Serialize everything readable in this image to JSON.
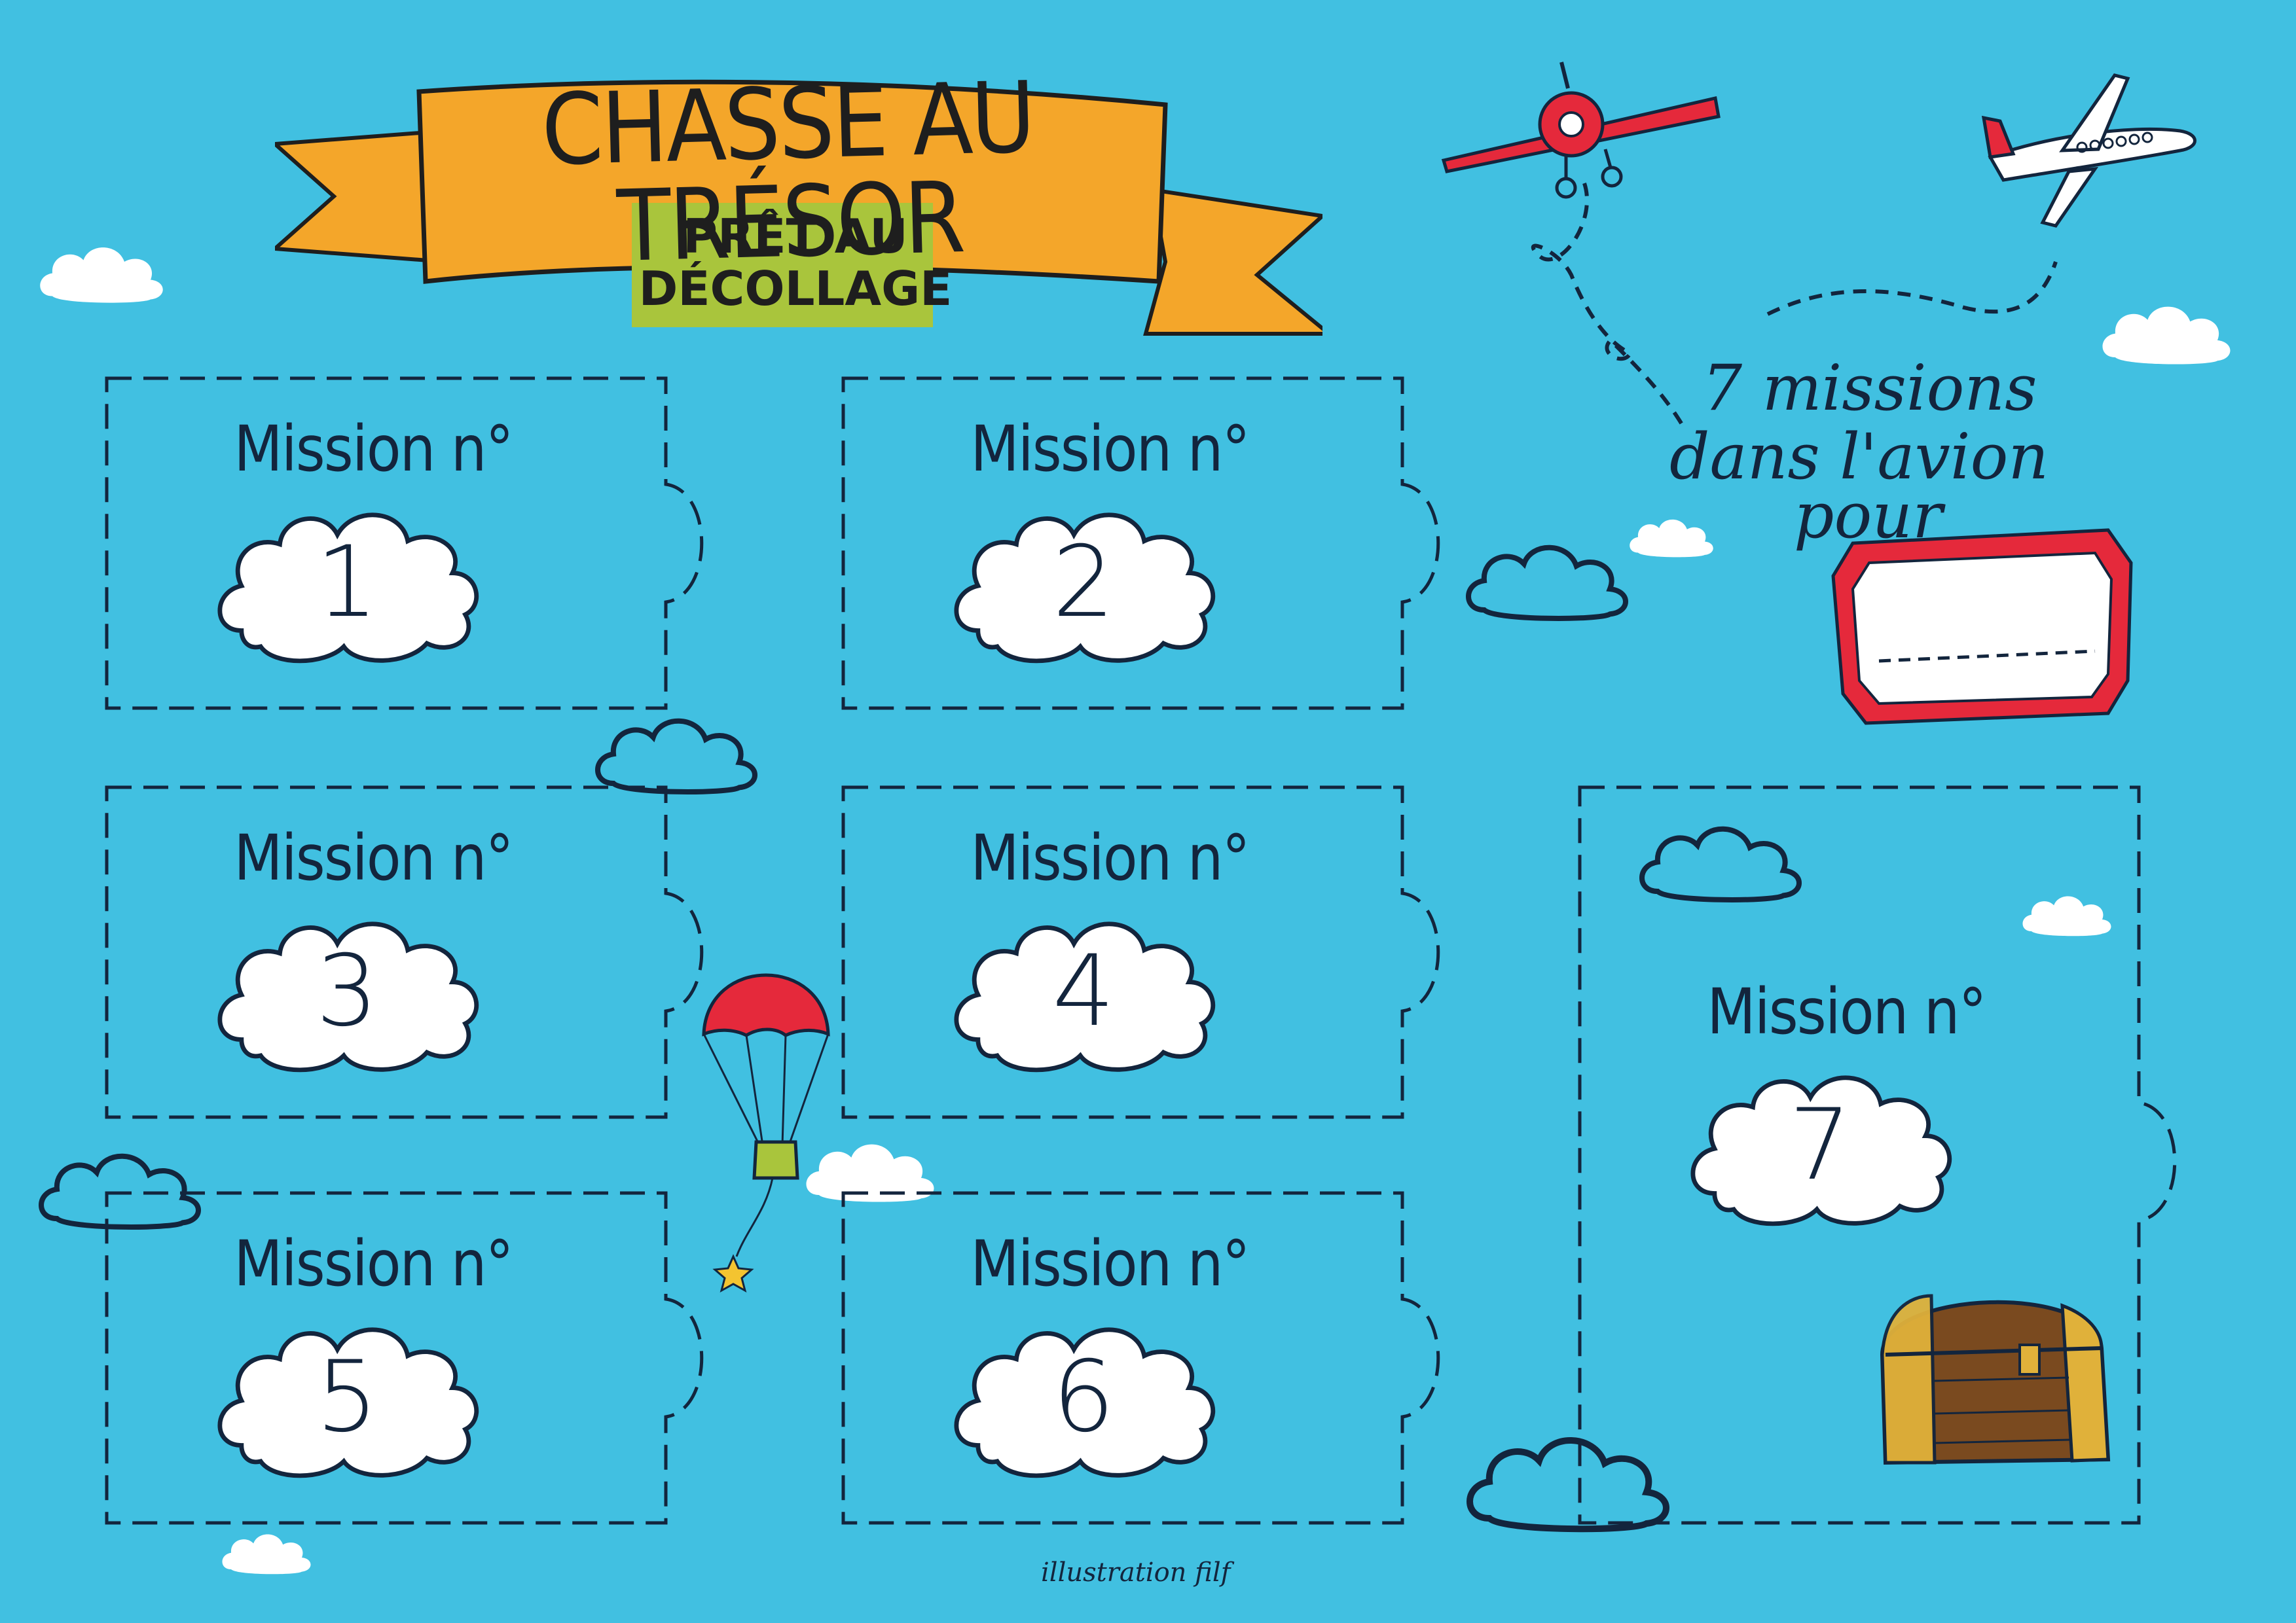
{
  "title": "CHASSE AU TRÉSOR",
  "subtitle_line1": "PRÊT AU",
  "subtitle_line2": "DÉCOLLAGE",
  "intro_line1": "7 missions",
  "intro_line2": "dans l'avion",
  "intro_line3": "pour",
  "mission_label": "Mission n°",
  "missions": [
    "1",
    "2",
    "3",
    "4",
    "5",
    "6",
    "7"
  ],
  "credit": "illustration filf",
  "colors": {
    "sky": "#41c0e1",
    "banner": "#f4a62a",
    "subtitle_tag": "#a9c53c",
    "plane_red": "#e5293b",
    "chest_brown": "#7a4a1f",
    "outline": "#13253d"
  },
  "icons": [
    "banner-ribbon",
    "propeller-plane-icon",
    "jet-airliner-icon",
    "parachute-icon",
    "treasure-chest-icon",
    "cloud-icon",
    "star-icon",
    "name-tag-icon"
  ]
}
